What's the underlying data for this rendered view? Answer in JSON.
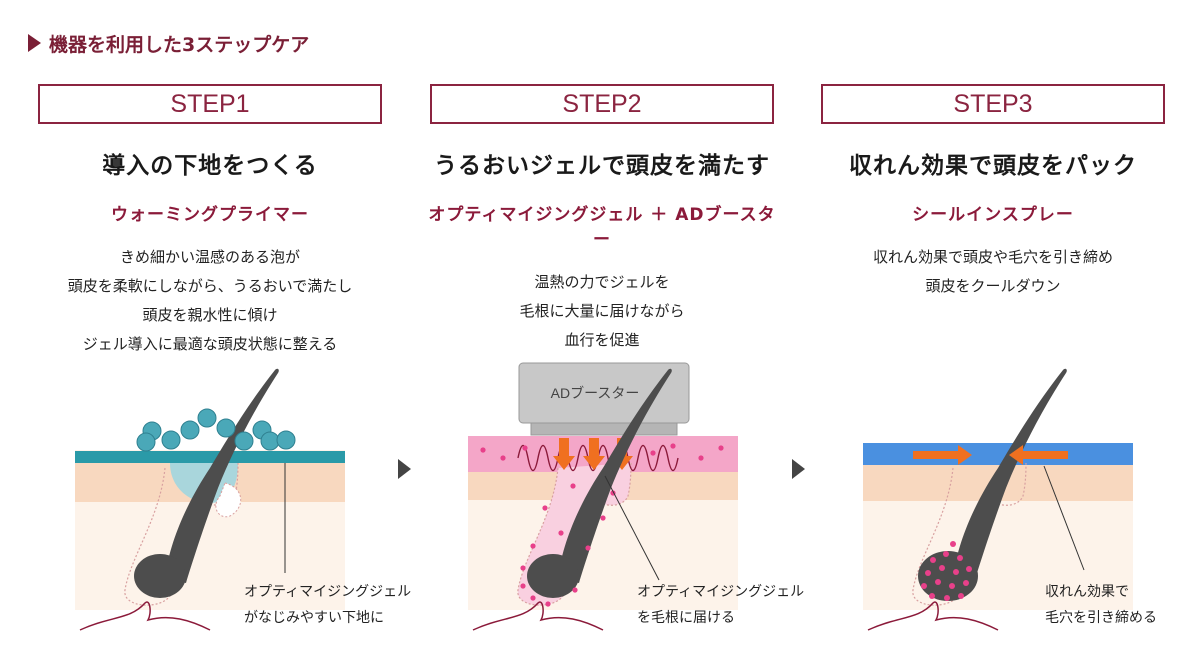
{
  "heading": "機器を利用した3ステップケア",
  "steps": [
    {
      "label": "STEP1",
      "title": "導入の下地をつくる",
      "product": "ウォーミングプライマー",
      "desc": [
        "きめ細かい温感のある泡が",
        "頭皮を柔軟にしながら、うるおいで満たし",
        "頭皮を親水性に傾け",
        "ジェル導入に最適な頭皮状態に整える"
      ],
      "note": [
        "オプティマイジングジェル",
        "がなじみやすい下地に"
      ]
    },
    {
      "label": "STEP2",
      "title": "うるおいジェルで頭皮を満たす",
      "product": "オプティマイジングジェル ＋ ADブースター",
      "desc": [
        "温熱の力でジェルを",
        "毛根に大量に届けながら",
        "血行を促進"
      ],
      "note": [
        "オプティマイジングジェル",
        "を毛根に届ける"
      ],
      "device_label": "ADブースター"
    },
    {
      "label": "STEP3",
      "title": "収れん効果で頭皮をパック",
      "product": "シールインスプレー",
      "desc": [
        "収れん効果で頭皮や毛穴を引き締め",
        "頭皮をクールダウン"
      ],
      "note": [
        "収れん効果で",
        "毛穴を引き締める"
      ]
    }
  ],
  "colors": {
    "accent": "#8b2440",
    "primer_layer": "#2a9aa8",
    "gel_layer": "#f4a6c8",
    "spray_layer": "#4a90e0",
    "skin": "#f8d8bf",
    "hair": "#4d4d4d",
    "arrow": "#f07020"
  }
}
